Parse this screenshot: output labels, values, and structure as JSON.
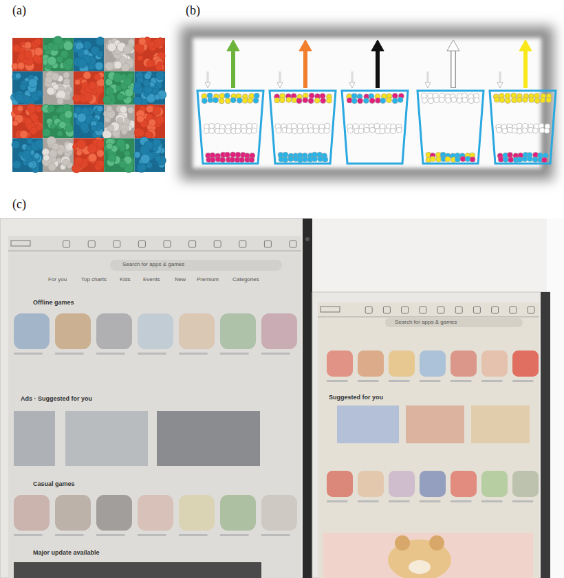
{
  "diagram": {
    "labels": [
      "(a)",
      "(b)",
      "(c)",
      "Search for apps & games",
      "For you",
      "Top charts",
      "Kids",
      "Events",
      "New",
      "Premium",
      "Categories",
      "Offline games",
      "Ads · Suggested for you",
      "Casual games",
      "Major update available",
      "Search for apps & games",
      "Suggested for you"
    ]
  }
}
